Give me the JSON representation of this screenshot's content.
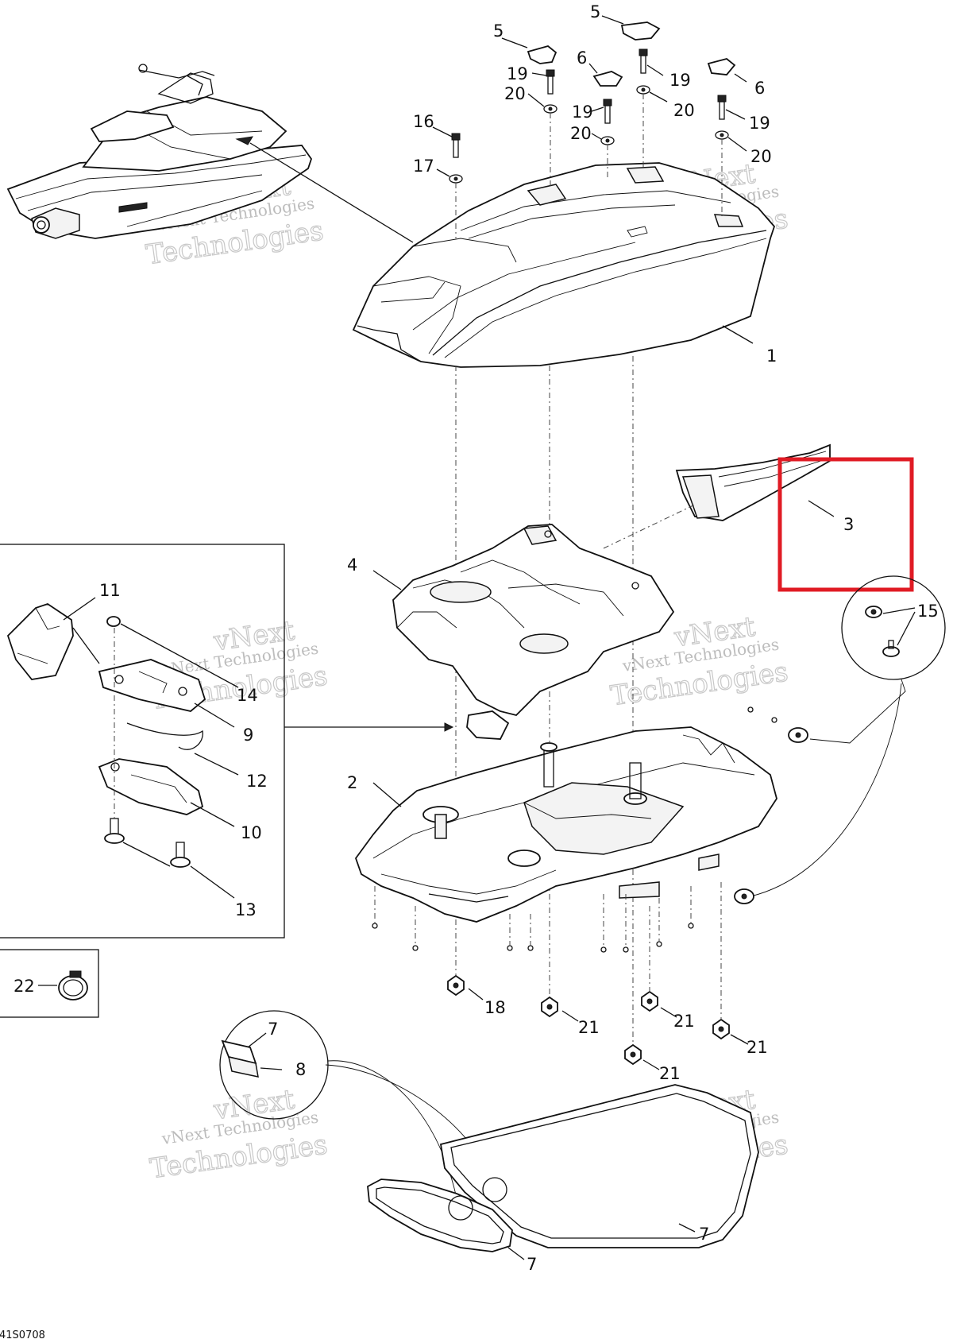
{
  "diagram": {
    "reference_code": "41S0708",
    "watermark": {
      "line1": "vNext Technologies",
      "big1": "vNext",
      "big2": "Technologies"
    },
    "highlight_color": "#e01b24",
    "callouts": {
      "c1": "1",
      "c2": "2",
      "c3": "3",
      "c4": "4",
      "c5a": "5",
      "c5b": "5",
      "c6a": "6",
      "c6b": "6",
      "c7a": "7",
      "c7b": "7",
      "c7c": "7",
      "c8": "8",
      "c9": "9",
      "c10": "10",
      "c11": "11",
      "c12": "12",
      "c13": "13",
      "c14": "14",
      "c15": "15",
      "c16": "16",
      "c17": "17",
      "c18": "18",
      "c19a": "19",
      "c19b": "19",
      "c19c": "19",
      "c19d": "19",
      "c20a": "20",
      "c20b": "20",
      "c20c": "20",
      "c20d": "20",
      "c21a": "21",
      "c21b": "21",
      "c21c": "21",
      "c21d": "21",
      "c22": "22"
    }
  }
}
